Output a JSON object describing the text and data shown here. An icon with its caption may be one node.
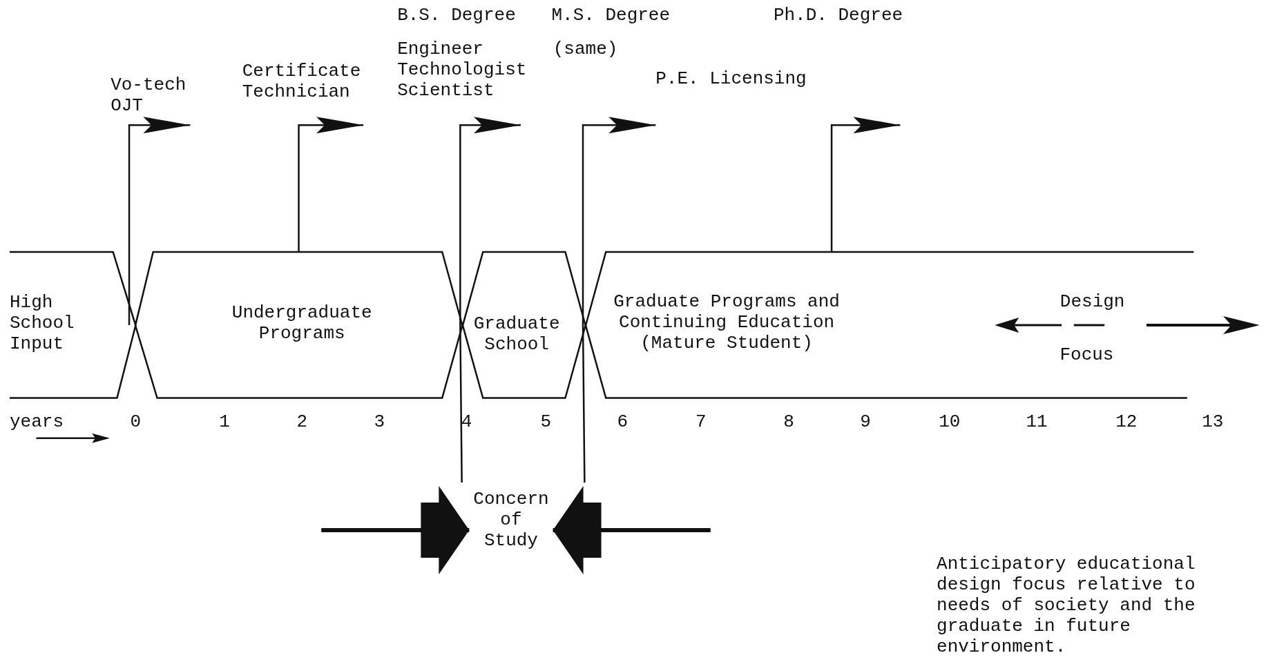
{
  "diagram": {
    "nodes": [
      {
        "text": [
          "High School Input"
        ]
      },
      {
        "text": [
          "Undergraduate Programs"
        ]
      },
      {
        "text": [
          "Graduate School"
        ]
      },
      {
        "text": [
          "Graduate Programs and Continuing Education (Mature Student)"
        ]
      },
      {
        "text": [
          "Concern of Study"
        ]
      },
      {
        "text": [
          "Vo-tech OJT"
        ]
      }
    ],
    "edges": [
      {
        "from": 0,
        "to": 5,
        "arrow": "to"
      },
      {
        "from": 1,
        "to": null,
        "arrow": "to"
      },
      {
        "from": 1,
        "to": null,
        "arrow": "to"
      },
      {
        "from": 2,
        "to": null,
        "arrow": "to"
      },
      {
        "from": 3,
        "to": null,
        "arrow": "to"
      },
      {
        "from": null,
        "to": 4,
        "arrow": "to",
        "style": "thick"
      },
      {
        "from": null,
        "to": 4,
        "arrow": "to",
        "style": "thick"
      }
    ],
    "labels": [
      "B.S. Degree",
      "M.S. Degree",
      "Ph.D. Degree",
      "(same)",
      "Engineer Technologist Scientist",
      "Certificate Technician",
      "P.E. Licensing",
      "Design",
      "Focus",
      "years",
      "0",
      "1",
      "2",
      "3",
      "4",
      "5",
      "6",
      "7",
      "8",
      "9",
      "10",
      "11",
      "12",
      "13",
      "Anticipatory educational design focus relative to needs of society and the graduate in future environment."
    ]
  }
}
